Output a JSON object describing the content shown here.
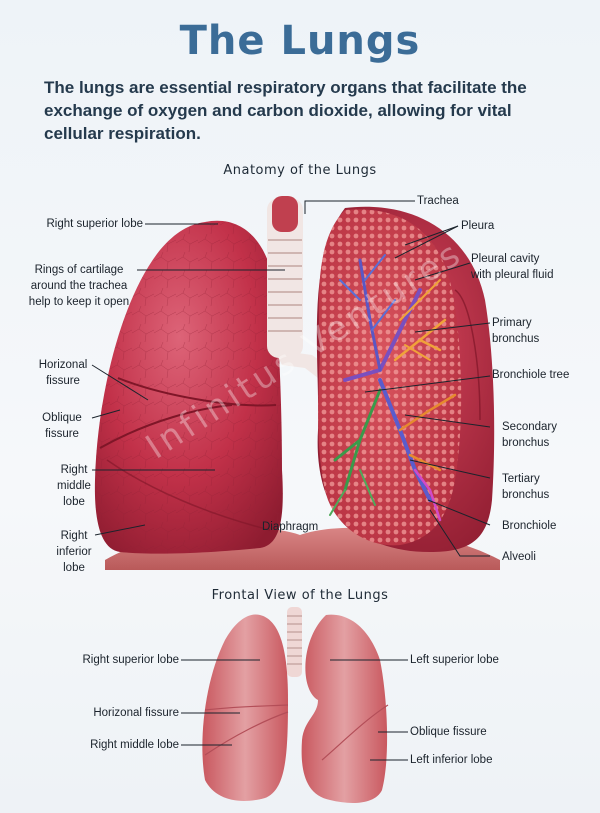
{
  "title": "The Lungs",
  "intro": "The lungs are essential respiratory organs that facilitate the exchange of oxygen and carbon dioxide, allowing for vital cellular respiration.",
  "anatomy": {
    "heading": "Anatomy of the Lungs",
    "labels": {
      "trachea": "Trachea",
      "pleura": "Pleura",
      "pleural_cavity": "Pleural cavity with pleural fluid",
      "primary_bronchus": "Primary bronchus",
      "bronchiole_tree": "Bronchiole tree",
      "secondary_bronchus": "Secondary bronchus",
      "tertiary_bronchus": "Tertiary bronchus",
      "bronchiole": "Bronchiole",
      "alveoli": "Alveoli",
      "right_superior_lobe": "Right superior lobe",
      "rings_of_cartilage": "Rings of cartilage around the trachea help to keep it open",
      "horizonal_fissure": "Horizonal fissure",
      "oblique_fissure": "Oblique fissure",
      "right_middle_lobe": "Right middle lobe",
      "right_inferior_lobe": "Right inferior lobe",
      "diaphragm": "Diaphragm"
    }
  },
  "frontal": {
    "heading": "Frontal View of the Lungs",
    "labels": {
      "right_superior_lobe": "Right superior lobe",
      "horizonal_fissure": "Horizonal fissure",
      "right_middle_lobe": "Right middle lobe",
      "left_superior_lobe": "Left superior lobe",
      "oblique_fissure": "Oblique fissure",
      "left_inferior_lobe": "Left inferior lobe"
    }
  },
  "colors": {
    "title": "#3b6c97",
    "lung_dark": "#a5243a",
    "lung_mid": "#c8384f",
    "lung_light": "#dc6d7e",
    "frontal_lung": "#d98088",
    "trachea_ring": "#f3ecea"
  }
}
